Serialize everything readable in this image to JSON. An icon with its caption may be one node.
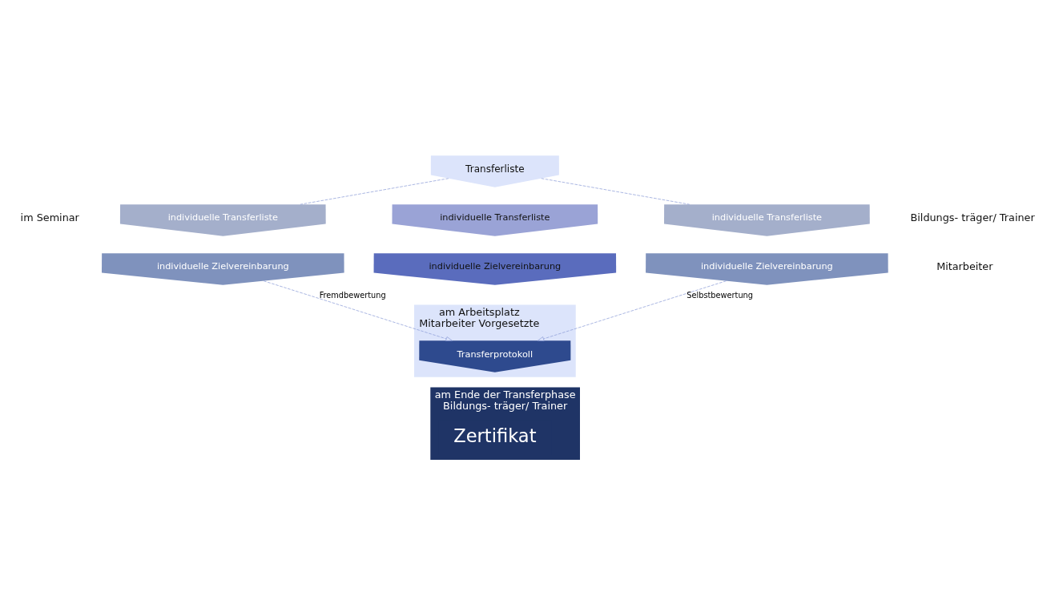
{
  "diagram": {
    "nodes": [
      {
        "text": [
          "Transferliste"
        ]
      },
      {
        "text": [
          "individuelle Transferliste"
        ]
      },
      {
        "text": [
          "individuelle Transferliste"
        ]
      },
      {
        "text": [
          "individuelle Transferliste"
        ]
      },
      {
        "text": [
          "individuelle Zielvereinbarung"
        ]
      },
      {
        "text": [
          "individuelle Zielvereinbarung"
        ]
      },
      {
        "text": [
          "individuelle Zielvereinbarung"
        ]
      },
      {
        "text": [
          "am Arbeitsplatz",
          "Mitarbeiter Vorgesetzte"
        ]
      },
      {
        "text": [
          "Transferprotokoll"
        ],
        "in": 7
      },
      {
        "text": [
          "am Ende der Transferphase",
          "Bildungs- träger/ Trainer"
        ]
      },
      {
        "text": [
          "Zertifikat"
        ],
        "in": 9
      }
    ],
    "edges": [
      {
        "from": 0,
        "to": 1,
        "arrow": "none",
        "style": "dashed"
      },
      {
        "from": 0,
        "to": 3,
        "arrow": "none",
        "style": "dashed"
      },
      {
        "from": 4,
        "to": 8,
        "arrow": "to",
        "style": "dashed",
        "label": "Fremdbewertung"
      },
      {
        "from": 6,
        "to": 8,
        "arrow": "to",
        "style": "dashed",
        "label": "Selbstbewertung"
      }
    ],
    "labels": [
      "im Seminar",
      "Bildungs- träger/ Trainer",
      "Mitarbeiter"
    ]
  }
}
